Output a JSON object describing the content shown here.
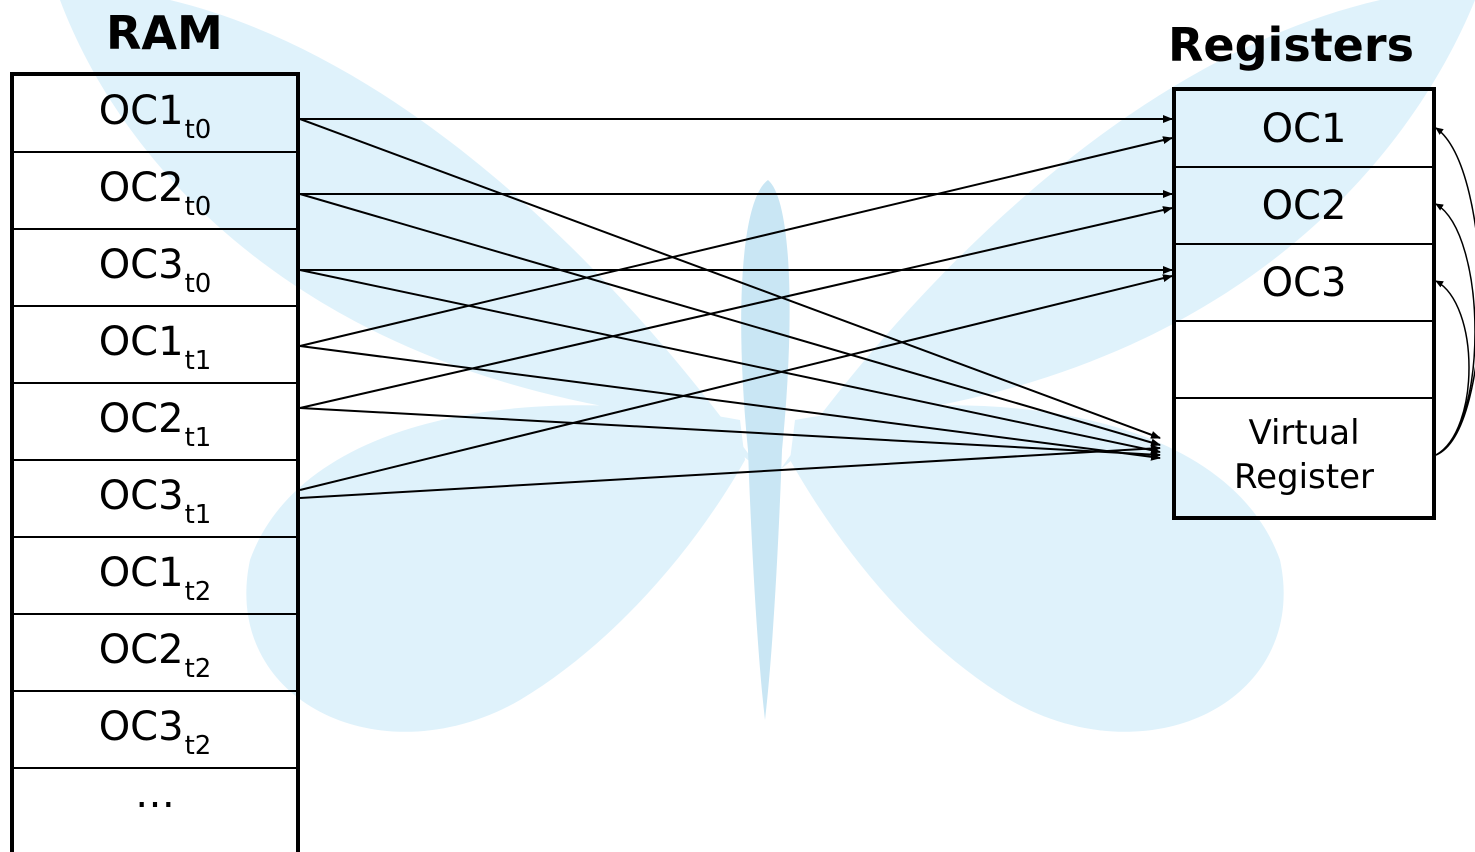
{
  "ram": {
    "title": "RAM",
    "cells": [
      {
        "name": "OC1",
        "sub": "t0"
      },
      {
        "name": "OC2",
        "sub": "t0"
      },
      {
        "name": "OC3",
        "sub": "t0"
      },
      {
        "name": "OC1",
        "sub": "t1"
      },
      {
        "name": "OC2",
        "sub": "t1"
      },
      {
        "name": "OC3",
        "sub": "t1"
      },
      {
        "name": "OC1",
        "sub": "t2"
      },
      {
        "name": "OC2",
        "sub": "t2"
      },
      {
        "name": "OC3",
        "sub": "t2"
      },
      {
        "name": "…",
        "sub": ""
      }
    ]
  },
  "registers": {
    "title": "Registers",
    "cells": [
      "OC1",
      "OC2",
      "OC3",
      ""
    ],
    "virtual": {
      "line1": "Virtual",
      "line2": "Register"
    }
  },
  "colors": {
    "watermark": "#d7eef9",
    "watermark_dark": "#c9e6f4",
    "stroke": "#000000"
  }
}
